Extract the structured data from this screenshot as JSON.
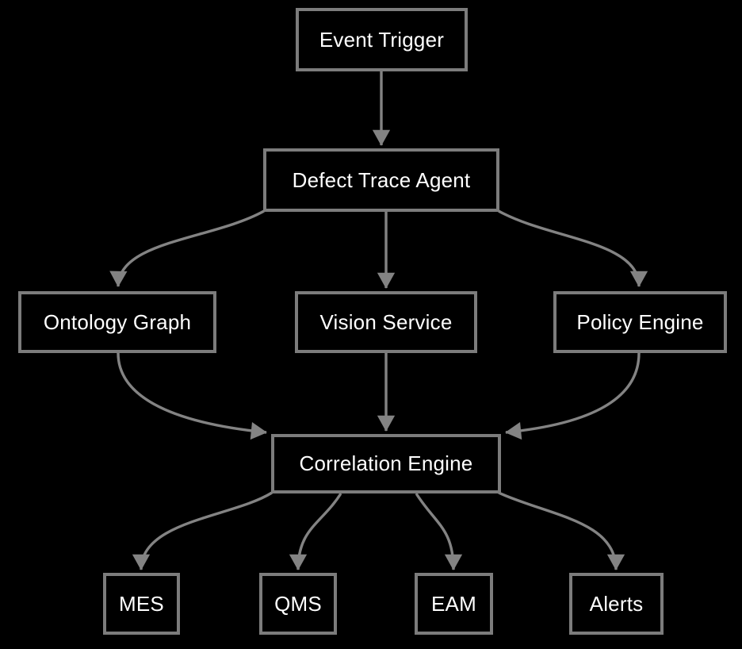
{
  "diagram": {
    "type": "flowchart",
    "direction": "top-down",
    "colors": {
      "background": "#000000",
      "node_fill": "#000000",
      "node_border": "#7c7c7c",
      "edge": "#838383",
      "text": "#ffffff"
    },
    "nodes": {
      "event_trigger": {
        "label": "Event Trigger"
      },
      "defect_trace_agent": {
        "label": "Defect Trace Agent"
      },
      "ontology_graph": {
        "label": "Ontology Graph"
      },
      "vision_service": {
        "label": "Vision Service"
      },
      "policy_engine": {
        "label": "Policy Engine"
      },
      "correlation_engine": {
        "label": "Correlation Engine"
      },
      "mes": {
        "label": "MES"
      },
      "qms": {
        "label": "QMS"
      },
      "eam": {
        "label": "EAM"
      },
      "alerts": {
        "label": "Alerts"
      }
    },
    "edges": [
      {
        "from": "event_trigger",
        "to": "defect_trace_agent"
      },
      {
        "from": "defect_trace_agent",
        "to": "ontology_graph"
      },
      {
        "from": "defect_trace_agent",
        "to": "vision_service"
      },
      {
        "from": "defect_trace_agent",
        "to": "policy_engine"
      },
      {
        "from": "ontology_graph",
        "to": "correlation_engine"
      },
      {
        "from": "vision_service",
        "to": "correlation_engine"
      },
      {
        "from": "policy_engine",
        "to": "correlation_engine"
      },
      {
        "from": "correlation_engine",
        "to": "mes"
      },
      {
        "from": "correlation_engine",
        "to": "qms"
      },
      {
        "from": "correlation_engine",
        "to": "eam"
      },
      {
        "from": "correlation_engine",
        "to": "alerts"
      }
    ]
  }
}
